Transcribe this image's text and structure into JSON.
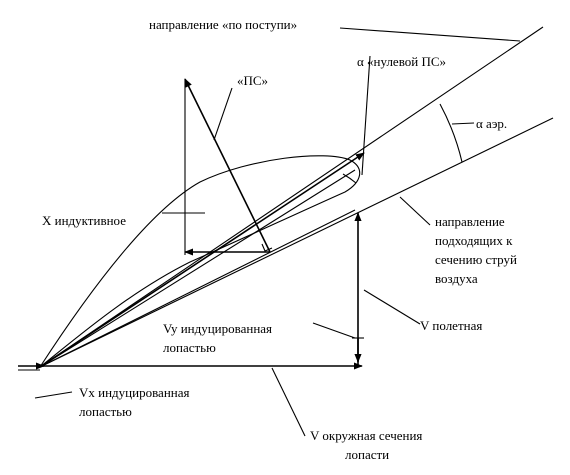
{
  "labels": {
    "inflow_direction": "направление «по поступи»",
    "zero_lift_alpha": "α «нулевой ПС»",
    "ps": "«ПС»",
    "alpha_aero": "α аэр.",
    "x_inductive": "X индуктивное",
    "flow_direction": [
      "направление",
      "подходящих к",
      "сечению струй",
      "воздуха"
    ],
    "vy_induced": [
      "Vy индуцированная",
      "лопастью"
    ],
    "v_flight": "V полетная",
    "vx_induced": [
      "Vx индуцированная",
      "лопастью"
    ],
    "v_circumferential": [
      "V окружная сечения",
      "лопасти"
    ]
  }
}
